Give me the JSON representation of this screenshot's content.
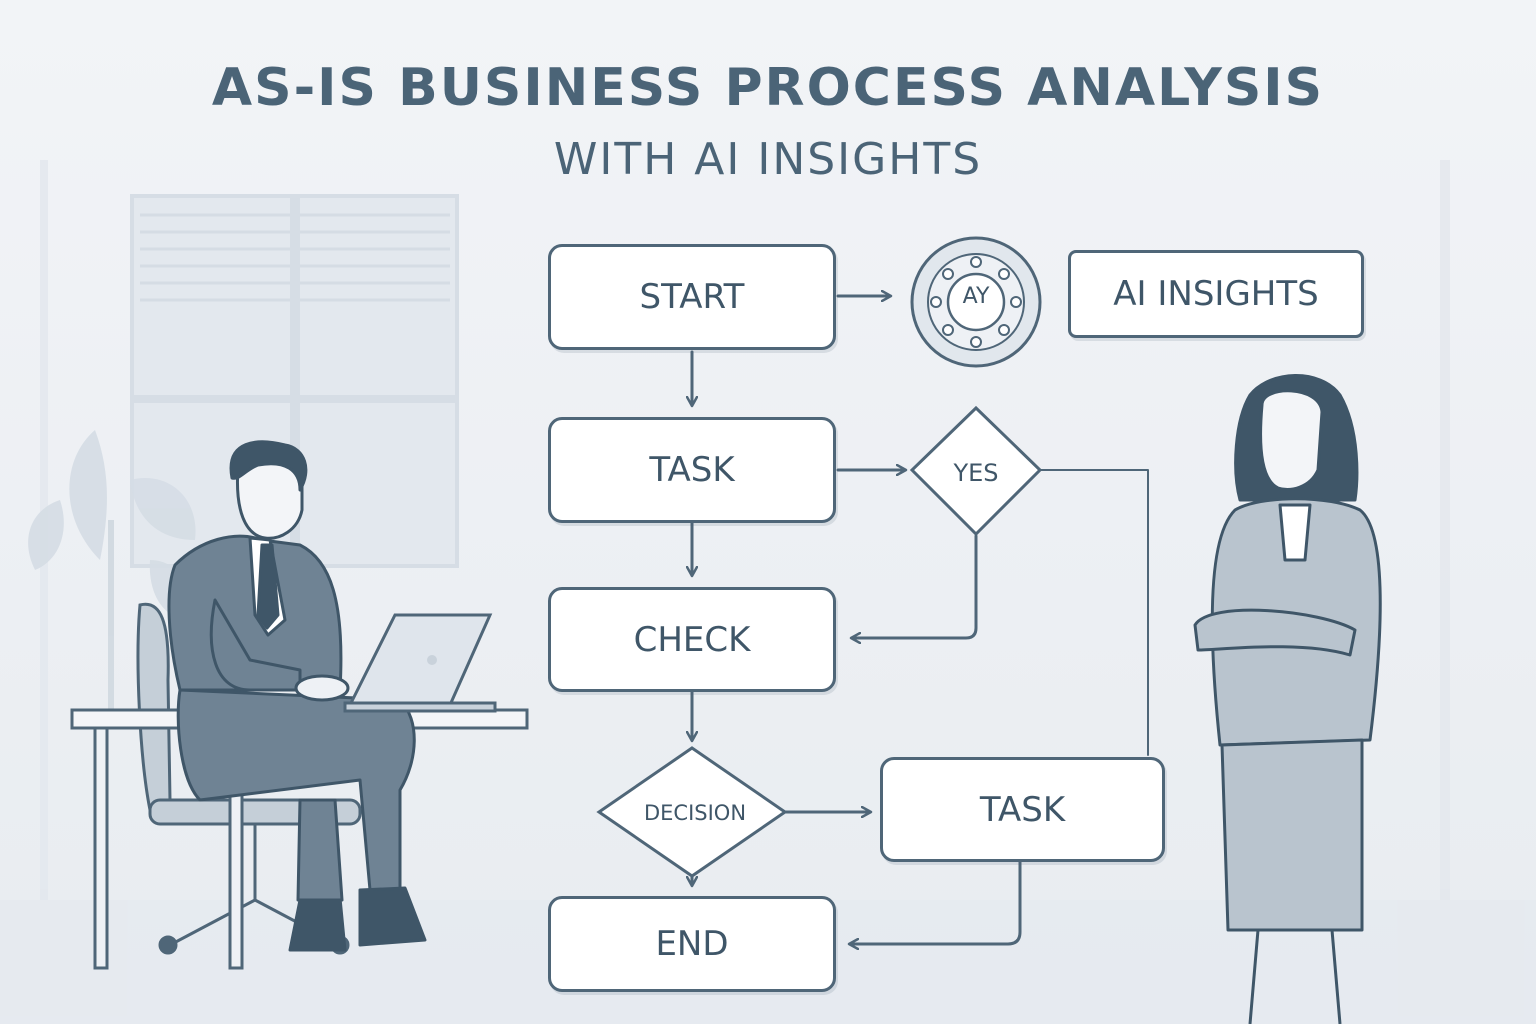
{
  "header": {
    "title": "AS-IS BUSINESS PROCESS ANALYSIS",
    "subtitle": "WITH AI INSIGHTS"
  },
  "flowchart": {
    "start": "START",
    "task_1": "TASK",
    "check": "CHECK",
    "decision_yes": "YES",
    "decision": "DECISION",
    "task_2": "TASK",
    "end": "END"
  },
  "ai": {
    "badge_label": "AY",
    "insights_label": "AI INSIGHTS"
  },
  "colors": {
    "line": "#4f6678",
    "text": "#3f5668",
    "title": "#4b6477",
    "suit": "#6f8394",
    "background": "#eef1f5"
  },
  "icons": [
    "ai-badge-icon",
    "laptop-icon",
    "plant-icon",
    "window-icon"
  ]
}
